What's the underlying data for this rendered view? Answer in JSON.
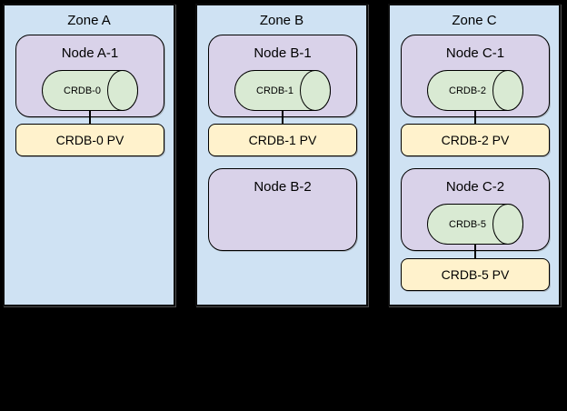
{
  "diagram": {
    "background": "#000000",
    "palette": {
      "zone_fill": "#cfe2f3",
      "node_fill": "#d9d2e9",
      "pod_fill": "#d9ead3",
      "pv_fill": "#fff2cc",
      "stroke": "#000000"
    },
    "zones": [
      {
        "label": "Zone A",
        "nodes": [
          {
            "label": "Node A-1",
            "pod": "CRDB-0",
            "pv": "CRDB-0 PV"
          }
        ]
      },
      {
        "label": "Zone B",
        "nodes": [
          {
            "label": "Node B-1",
            "pod": "CRDB-1",
            "pv": "CRDB-1 PV"
          },
          {
            "label": "Node B-2"
          }
        ]
      },
      {
        "label": "Zone C",
        "nodes": [
          {
            "label": "Node C-1",
            "pod": "CRDB-2",
            "pv": "CRDB-2 PV"
          },
          {
            "label": "Node C-2",
            "pod": "CRDB-5",
            "pv": "CRDB-5 PV"
          }
        ]
      }
    ]
  }
}
